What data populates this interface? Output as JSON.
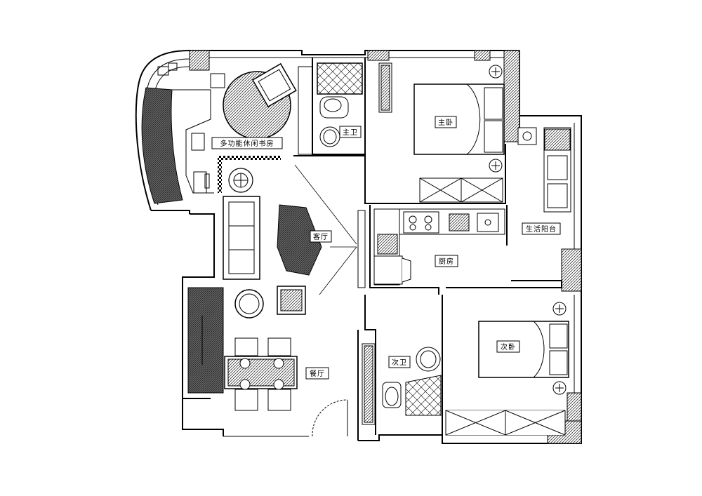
{
  "rooms": {
    "study": "多功能休闲书房",
    "master_bath": "主卫",
    "master_bedroom": "主卧",
    "living_room": "客厅",
    "balcony": "生活阳台",
    "kitchen": "厨房",
    "second_bedroom": "次卧",
    "second_bath": "次卫",
    "dining_room": "餐厅"
  },
  "colors": {
    "wall": "#000000",
    "fill_hatch": "#555555",
    "background": "#ffffff"
  }
}
